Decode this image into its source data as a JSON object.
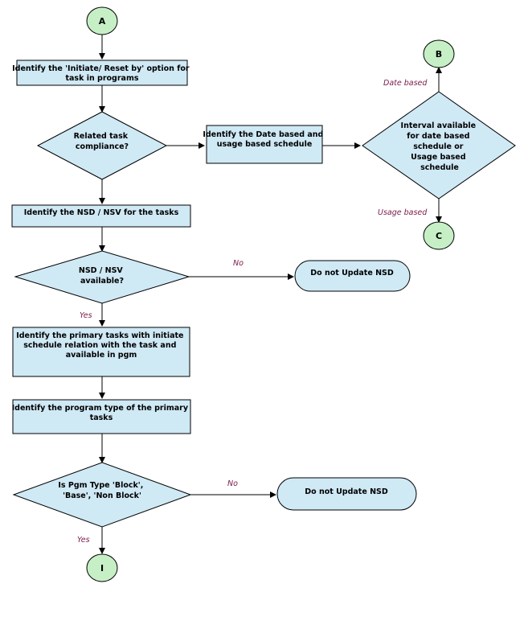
{
  "colors": {
    "process_fill": "#cfe9f5",
    "connector_fill": "#c6efc6",
    "edge_label": "#7a1a4a"
  },
  "connectors": {
    "start": "A",
    "date_target": "B",
    "usage_target": "C",
    "end": "I"
  },
  "steps": {
    "initiate_reset": [
      "Identify the 'Initiate/ Reset by' option for",
      "task in programs"
    ],
    "related_compliance": [
      "Related task",
      "compliance?"
    ],
    "date_usage_schedule": [
      "Identify the Date based and",
      "usage based schedule"
    ],
    "interval_available": [
      "Interval available",
      "for date based",
      "schedule or",
      "Usage based",
      "schedule"
    ],
    "identify_nsd": [
      "Identify the NSD / NSV for the tasks"
    ],
    "nsd_available": [
      "NSD / NSV",
      "available?"
    ],
    "do_not_update_1": [
      "Do not Update NSD"
    ],
    "primary_tasks": [
      "Identify the primary tasks with initiate",
      "schedule relation with the task and",
      "available in pgm"
    ],
    "program_type": [
      "Identify the program type of the primary",
      "tasks"
    ],
    "pgm_type_block": [
      "Is Pgm Type  'Block',",
      "'Base', 'Non Block'"
    ],
    "do_not_update_2": [
      "Do not Update NSD"
    ]
  },
  "edge_labels": {
    "date_based": "Date based",
    "usage_based": "Usage based",
    "nsd_no": "No",
    "nsd_yes": "Yes",
    "pgm_no": "No",
    "pgm_yes": "Yes"
  }
}
